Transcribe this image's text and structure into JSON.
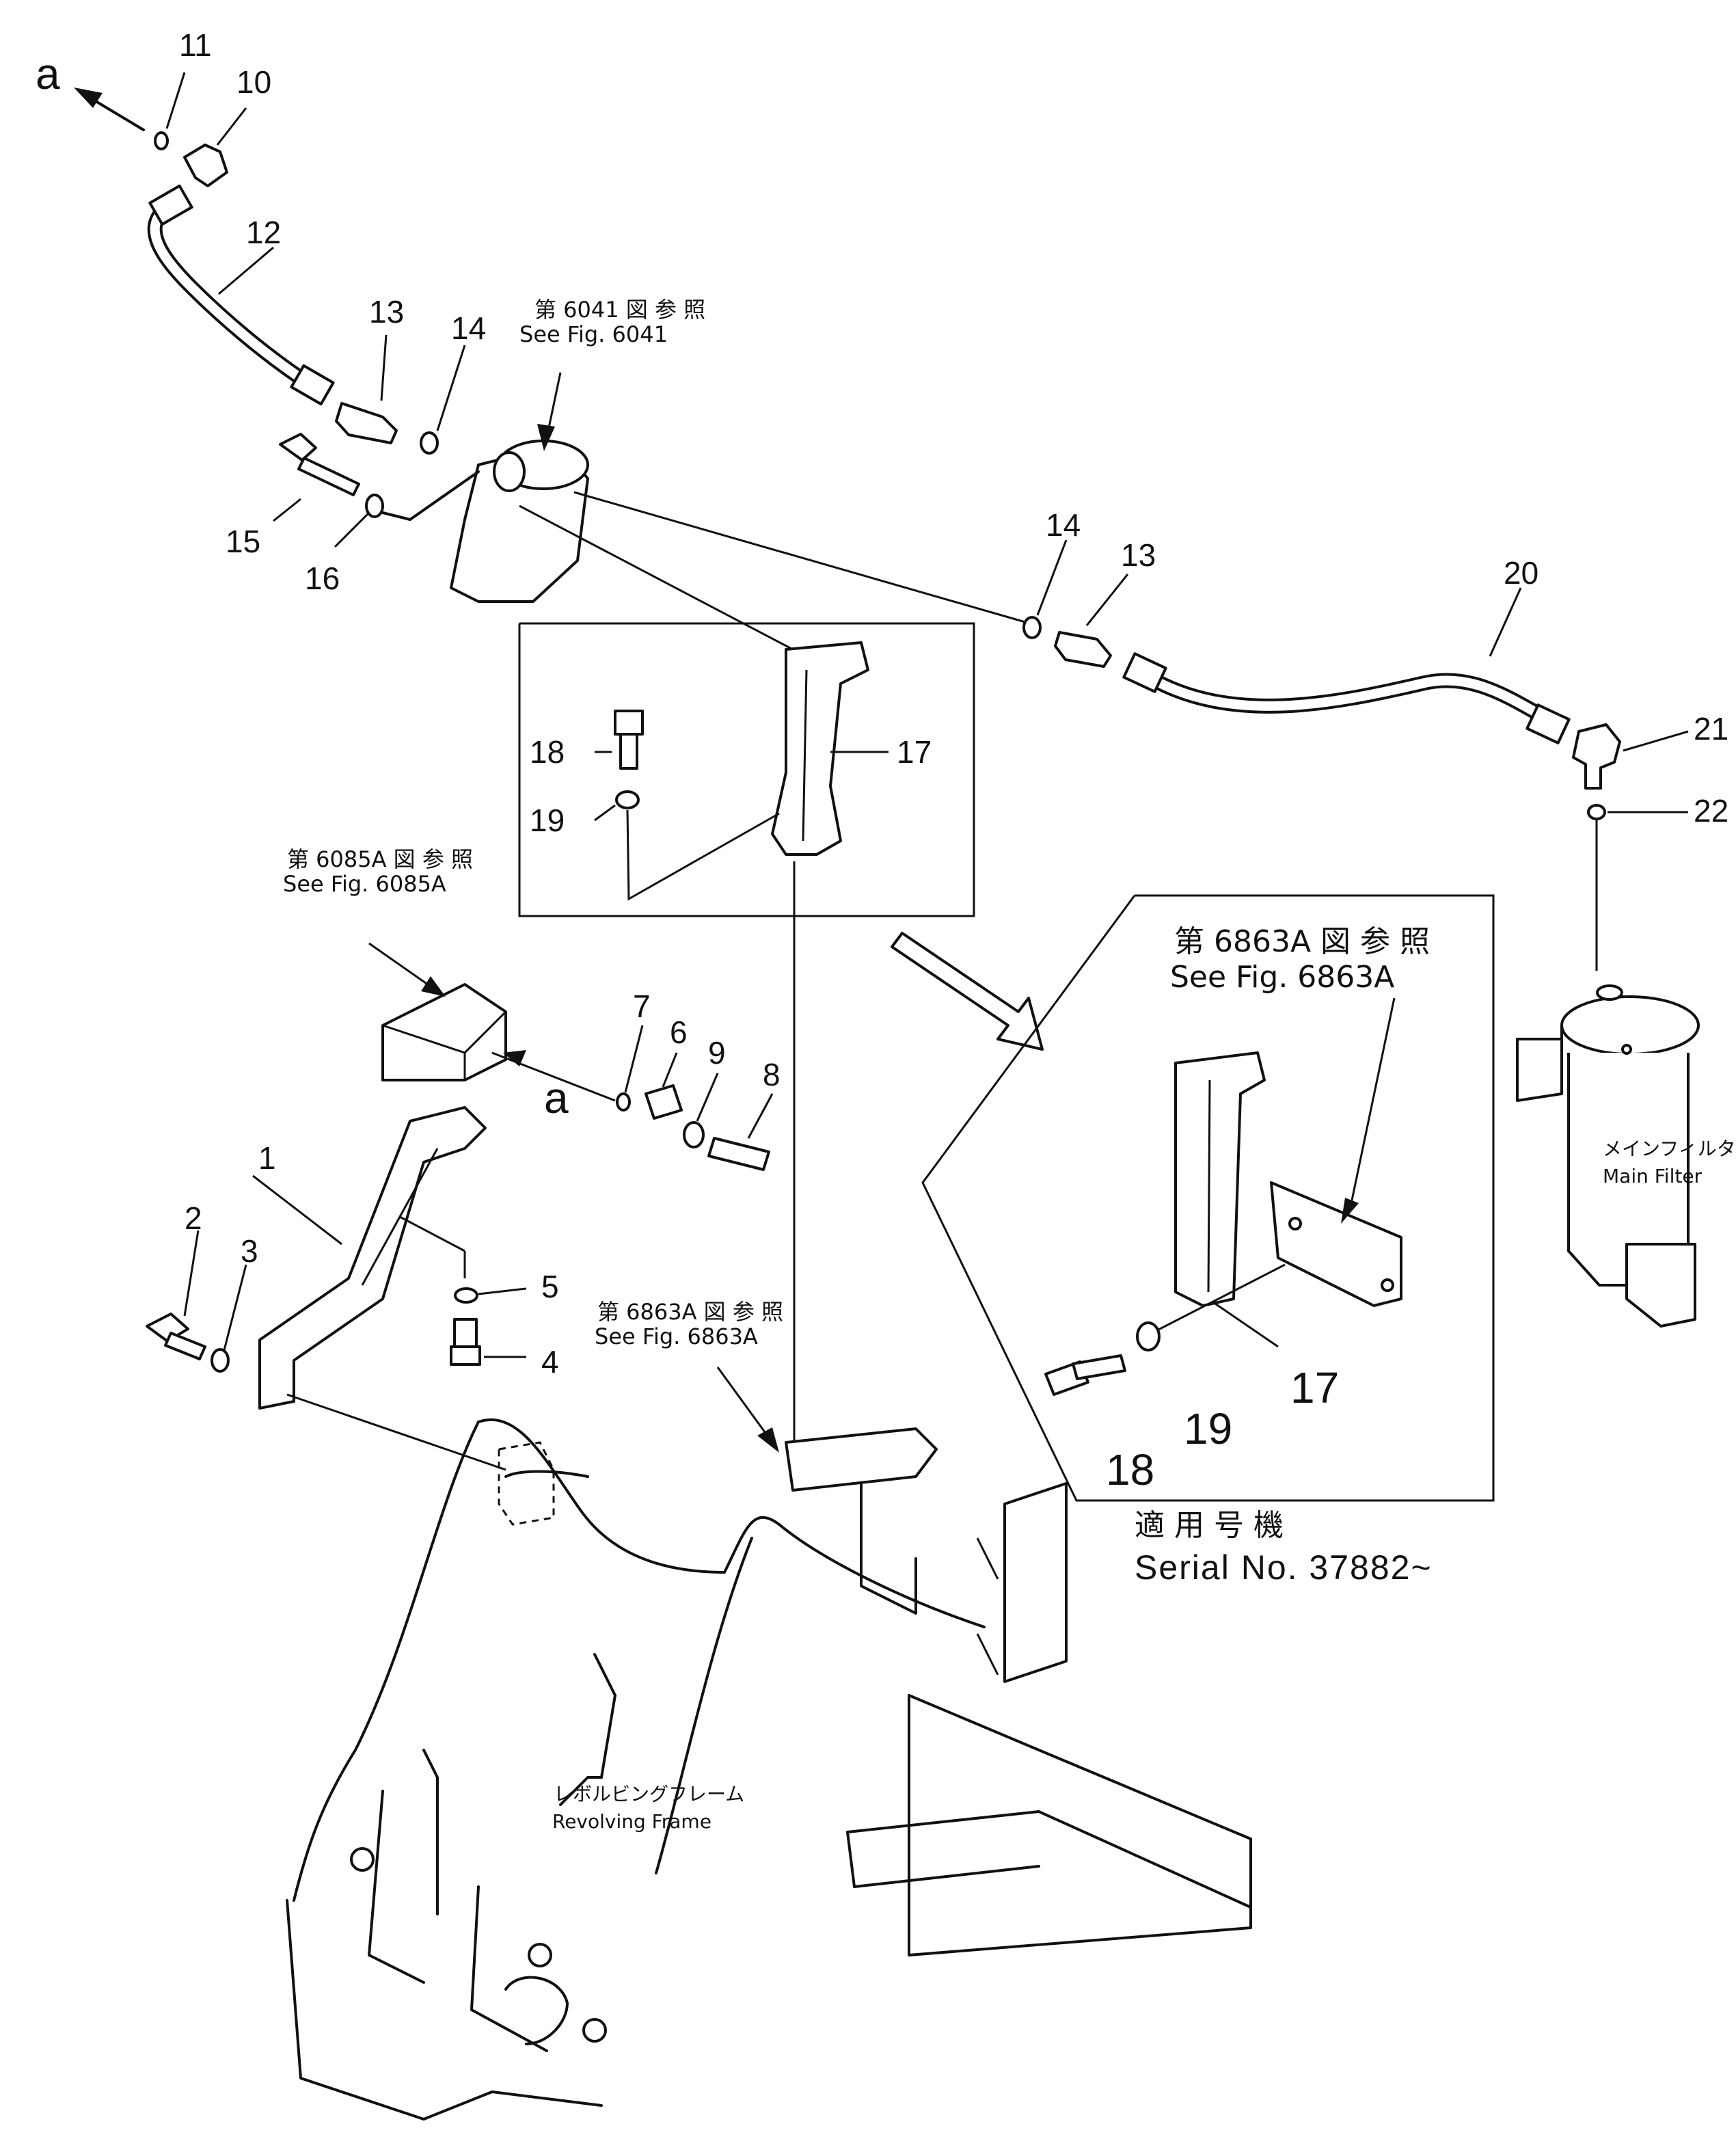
{
  "callouts": {
    "a_top": "a",
    "a_mid": "a",
    "n1": "1",
    "n2": "2",
    "n3": "3",
    "n4": "4",
    "n5": "5",
    "n6": "6",
    "n7": "7",
    "n8": "8",
    "n9": "9",
    "n10": "10",
    "n11": "11",
    "n12": "12",
    "n13_left": "13",
    "n13_right": "13",
    "n14_left": "14",
    "n14_right": "14",
    "n15": "15",
    "n16": "16",
    "n17_inset1": "17",
    "n17_inset2": "17",
    "n18_inset1": "18",
    "n18_inset2": "18",
    "n19_inset1": "19",
    "n19_inset2": "19",
    "n20": "20",
    "n21": "21",
    "n22": "22"
  },
  "references": {
    "fig6041_jp": "第 6041 図 参 照",
    "fig6041_en": "See Fig. 6041",
    "fig6085a_jp": "第 6085A 図 参 照",
    "fig6085a_en": "See Fig. 6085A",
    "fig6863a_jp_small": "第 6863A 図 参 照",
    "fig6863a_en_small": "See Fig. 6863A",
    "fig6863a_jp_big": "第 6863A 図 参 照",
    "fig6863a_en_big": "See Fig. 6863A"
  },
  "serial": {
    "label_jp": "適 用 号 機",
    "label_en": "Serial No. 37882~"
  },
  "component_labels": {
    "main_filter_jp": "メインフィルタ",
    "main_filter_en": "Main  Filter",
    "frame_jp": "レボルビングフレーム",
    "frame_en": "Revolving  Frame"
  }
}
